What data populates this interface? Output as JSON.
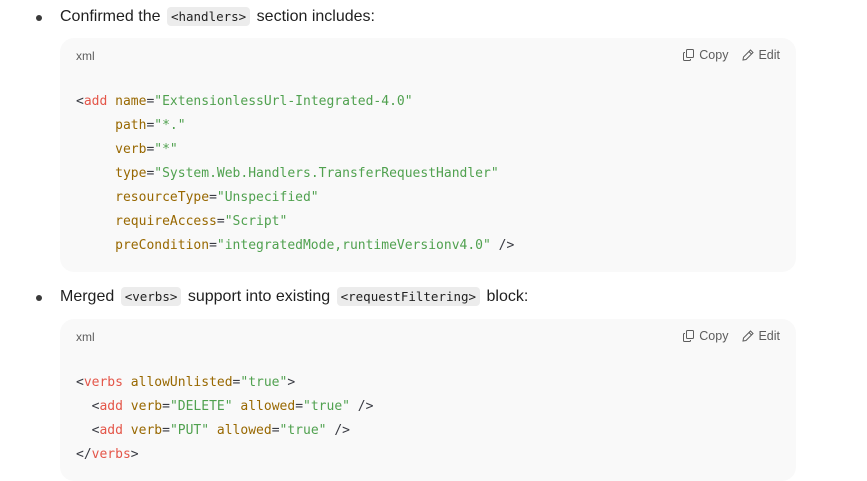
{
  "bullets": [
    {
      "before": "Confirmed the",
      "code": "<handlers>",
      "after": "section includes:"
    },
    {
      "before": "Merged",
      "code": "<verbs>",
      "middle": "support into existing",
      "code2": "<requestFiltering>",
      "after": "block:"
    }
  ],
  "code_blocks": [
    {
      "lang": "xml",
      "copy_label": "Copy",
      "edit_label": "Edit",
      "lines": [
        [
          [
            "punct",
            "<"
          ],
          [
            "tag",
            "add"
          ],
          [
            "punct",
            " "
          ],
          [
            "attr",
            "name"
          ],
          [
            "eq",
            "="
          ],
          [
            "str",
            "\"ExtensionlessUrl-Integrated-4.0\""
          ]
        ],
        [
          [
            "punct",
            "     "
          ],
          [
            "attr",
            "path"
          ],
          [
            "eq",
            "="
          ],
          [
            "str",
            "\"*.\""
          ]
        ],
        [
          [
            "punct",
            "     "
          ],
          [
            "attr",
            "verb"
          ],
          [
            "eq",
            "="
          ],
          [
            "str",
            "\"*\""
          ]
        ],
        [
          [
            "punct",
            "     "
          ],
          [
            "attr",
            "type"
          ],
          [
            "eq",
            "="
          ],
          [
            "str",
            "\"System.Web.Handlers.TransferRequestHandler\""
          ]
        ],
        [
          [
            "punct",
            "     "
          ],
          [
            "attr",
            "resourceType"
          ],
          [
            "eq",
            "="
          ],
          [
            "str",
            "\"Unspecified\""
          ]
        ],
        [
          [
            "punct",
            "     "
          ],
          [
            "attr",
            "requireAccess"
          ],
          [
            "eq",
            "="
          ],
          [
            "str",
            "\"Script\""
          ]
        ],
        [
          [
            "punct",
            "     "
          ],
          [
            "attr",
            "preCondition"
          ],
          [
            "eq",
            "="
          ],
          [
            "str",
            "\"integratedMode,runtimeVersionv4.0\""
          ],
          [
            "punct",
            " />"
          ]
        ]
      ]
    },
    {
      "lang": "xml",
      "copy_label": "Copy",
      "edit_label": "Edit",
      "lines": [
        [
          [
            "punct",
            "<"
          ],
          [
            "tag",
            "verbs"
          ],
          [
            "punct",
            " "
          ],
          [
            "attr",
            "allowUnlisted"
          ],
          [
            "eq",
            "="
          ],
          [
            "str",
            "\"true\""
          ],
          [
            "punct",
            ">"
          ]
        ],
        [
          [
            "punct",
            "  <"
          ],
          [
            "tag",
            "add"
          ],
          [
            "punct",
            " "
          ],
          [
            "attr",
            "verb"
          ],
          [
            "eq",
            "="
          ],
          [
            "str",
            "\"DELETE\""
          ],
          [
            "punct",
            " "
          ],
          [
            "attr",
            "allowed"
          ],
          [
            "eq",
            "="
          ],
          [
            "str",
            "\"true\""
          ],
          [
            "punct",
            " />"
          ]
        ],
        [
          [
            "punct",
            "  <"
          ],
          [
            "tag",
            "add"
          ],
          [
            "punct",
            " "
          ],
          [
            "attr",
            "verb"
          ],
          [
            "eq",
            "="
          ],
          [
            "str",
            "\"PUT\""
          ],
          [
            "punct",
            " "
          ],
          [
            "attr",
            "allowed"
          ],
          [
            "eq",
            "="
          ],
          [
            "str",
            "\"true\""
          ],
          [
            "punct",
            " />"
          ]
        ],
        [
          [
            "punct",
            "</"
          ],
          [
            "tag",
            "verbs"
          ],
          [
            "punct",
            ">"
          ]
        ]
      ]
    }
  ]
}
